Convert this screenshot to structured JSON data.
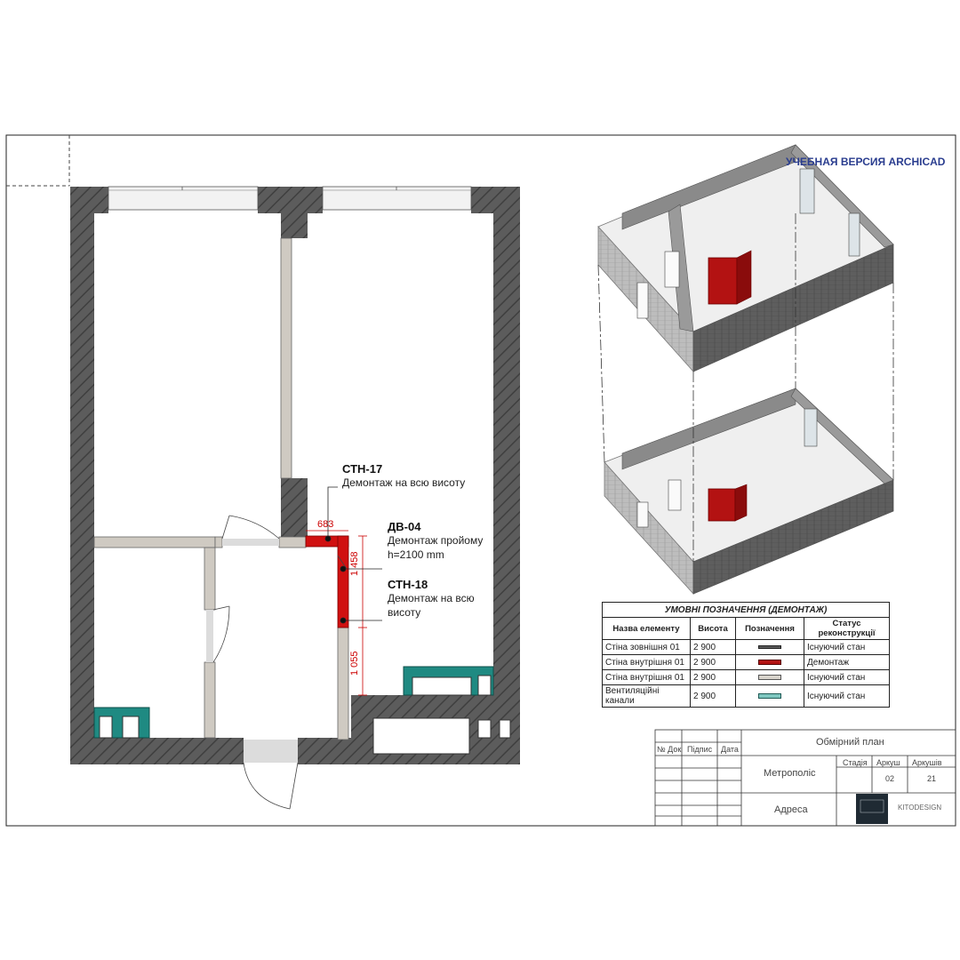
{
  "watermark": "УЧЕБНАЯ ВЕРСИЯ ARCHICAD",
  "annotations": [
    {
      "code": "СТН-17",
      "desc": "Демонтаж на всю висоту"
    },
    {
      "code": "ДВ-04",
      "desc": "Демонтаж пройому h=2100 mm"
    },
    {
      "code": "СТН-18",
      "desc": "Демонтаж на всю висоту"
    }
  ],
  "dimensions": [
    "683",
    "1 458",
    "1 055"
  ],
  "legend": {
    "caption": "УМОВНІ ПОЗНАЧЕННЯ (ДЕМОНТАЖ)",
    "headers": [
      "Назва елементу",
      "Висота",
      "Позначення",
      "Статус реконструкції"
    ],
    "rows": [
      {
        "name": "Стіна зовнішня 01",
        "height": "2 900",
        "symbol": "exterior-wall-symbol",
        "status": "Існуючий стан"
      },
      {
        "name": "Стіна внутрішня 01",
        "height": "2 900",
        "symbol": "demolition-wall-symbol",
        "status": "Демонтаж"
      },
      {
        "name": "Стіна внутрішня 01",
        "height": "2 900",
        "symbol": "interior-wall-symbol",
        "status": "Існуючий стан"
      },
      {
        "name": "Вентиляційні канали",
        "height": "2 900",
        "symbol": "vent-channel-symbol",
        "status": "Існуючий стан"
      }
    ]
  },
  "title_block": {
    "col_no": "№ Док",
    "col_sign": "Підпис",
    "col_date": "Дата",
    "drawing_title": "Обмірний план",
    "project": "Метрополіс",
    "address": "Адреса",
    "stage_label": "Стадія",
    "sheet_label": "Аркуш",
    "sheets_label": "Аркушів",
    "sheet": "02",
    "sheets": "21",
    "company": "KITODESIGN"
  },
  "colors": {
    "wall_exterior": "#595959",
    "wall_demolition": "#d01010",
    "wall_interior": "#c8c4bc",
    "vent": "#1f8a82",
    "watermark": "#2a3d8f"
  }
}
